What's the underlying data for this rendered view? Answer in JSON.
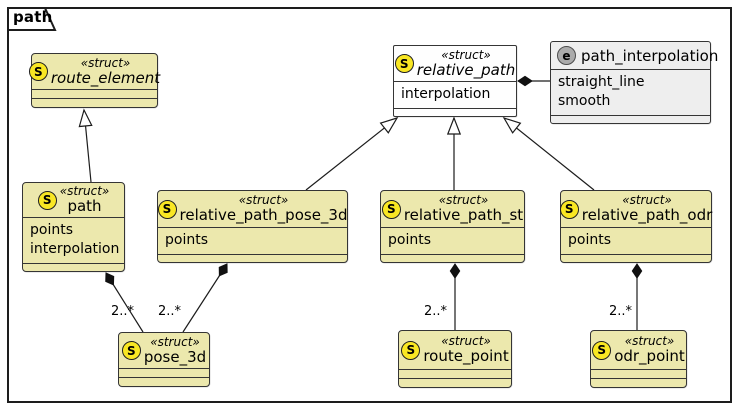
{
  "frame": {
    "title": "path"
  },
  "colors": {
    "struct_fill": "#ece8ad",
    "plain_fill": "#fefefe",
    "enum_fill": "#eeeeee",
    "spot_s_fill": "#f9e723",
    "spot_e_fill": "#ababab",
    "border": "#353535",
    "line": "#1c1c1c"
  },
  "classes": {
    "route_element": {
      "spot": "S",
      "stereotype": "«struct»",
      "name": "route_element",
      "attrs": []
    },
    "relative_path": {
      "spot": "S",
      "stereotype": "«struct»",
      "name": "relative_path",
      "attrs": [
        "interpolation"
      ]
    },
    "path_interpolation": {
      "spot": "e",
      "name": "path_interpolation",
      "values": [
        "straight_line",
        "smooth"
      ]
    },
    "path": {
      "spot": "S",
      "stereotype": "«struct»",
      "name": "path",
      "attrs": [
        "points",
        "interpolation"
      ]
    },
    "relative_path_pose_3d": {
      "spot": "S",
      "stereotype": "«struct»",
      "name": "relative_path_pose_3d",
      "attrs": [
        "points"
      ]
    },
    "relative_path_st": {
      "spot": "S",
      "stereotype": "«struct»",
      "name": "relative_path_st",
      "attrs": [
        "points"
      ]
    },
    "relative_path_odr": {
      "spot": "S",
      "stereotype": "«struct»",
      "name": "relative_path_odr",
      "attrs": [
        "points"
      ]
    },
    "pose_3d": {
      "spot": "S",
      "stereotype": "«struct»",
      "name": "pose_3d",
      "attrs": []
    },
    "route_point": {
      "spot": "S",
      "stereotype": "«struct»",
      "name": "route_point",
      "attrs": []
    },
    "odr_point": {
      "spot": "S",
      "stereotype": "«struct»",
      "name": "odr_point",
      "attrs": []
    }
  },
  "relations": {
    "multiplicities": [
      "2..*",
      "2..*",
      "2..*",
      "2..*"
    ]
  }
}
